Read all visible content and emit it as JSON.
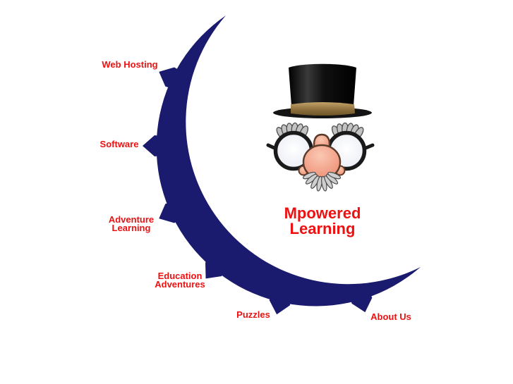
{
  "colors": {
    "arc_navy": "#1A1A6E",
    "text_red": "#EE1111",
    "background": "#FFFFFF",
    "hat_black": "#0D0D0D",
    "hat_band_brown": "#8A6C3B",
    "nose_salmon": "#F09B80",
    "facial_hair_gray": "#C3C3C3"
  },
  "brand": {
    "title_lines": [
      "Mpowered",
      "Learning"
    ],
    "logo_description": "groucho-disguise-glasses-with-top-hat"
  },
  "nav": {
    "items": [
      {
        "label": "Web Hosting"
      },
      {
        "label": "Software"
      },
      {
        "label": "Adventure Learning"
      },
      {
        "label": "Education Adventures"
      },
      {
        "label": "Puzzles"
      },
      {
        "label": "About Us"
      }
    ]
  }
}
